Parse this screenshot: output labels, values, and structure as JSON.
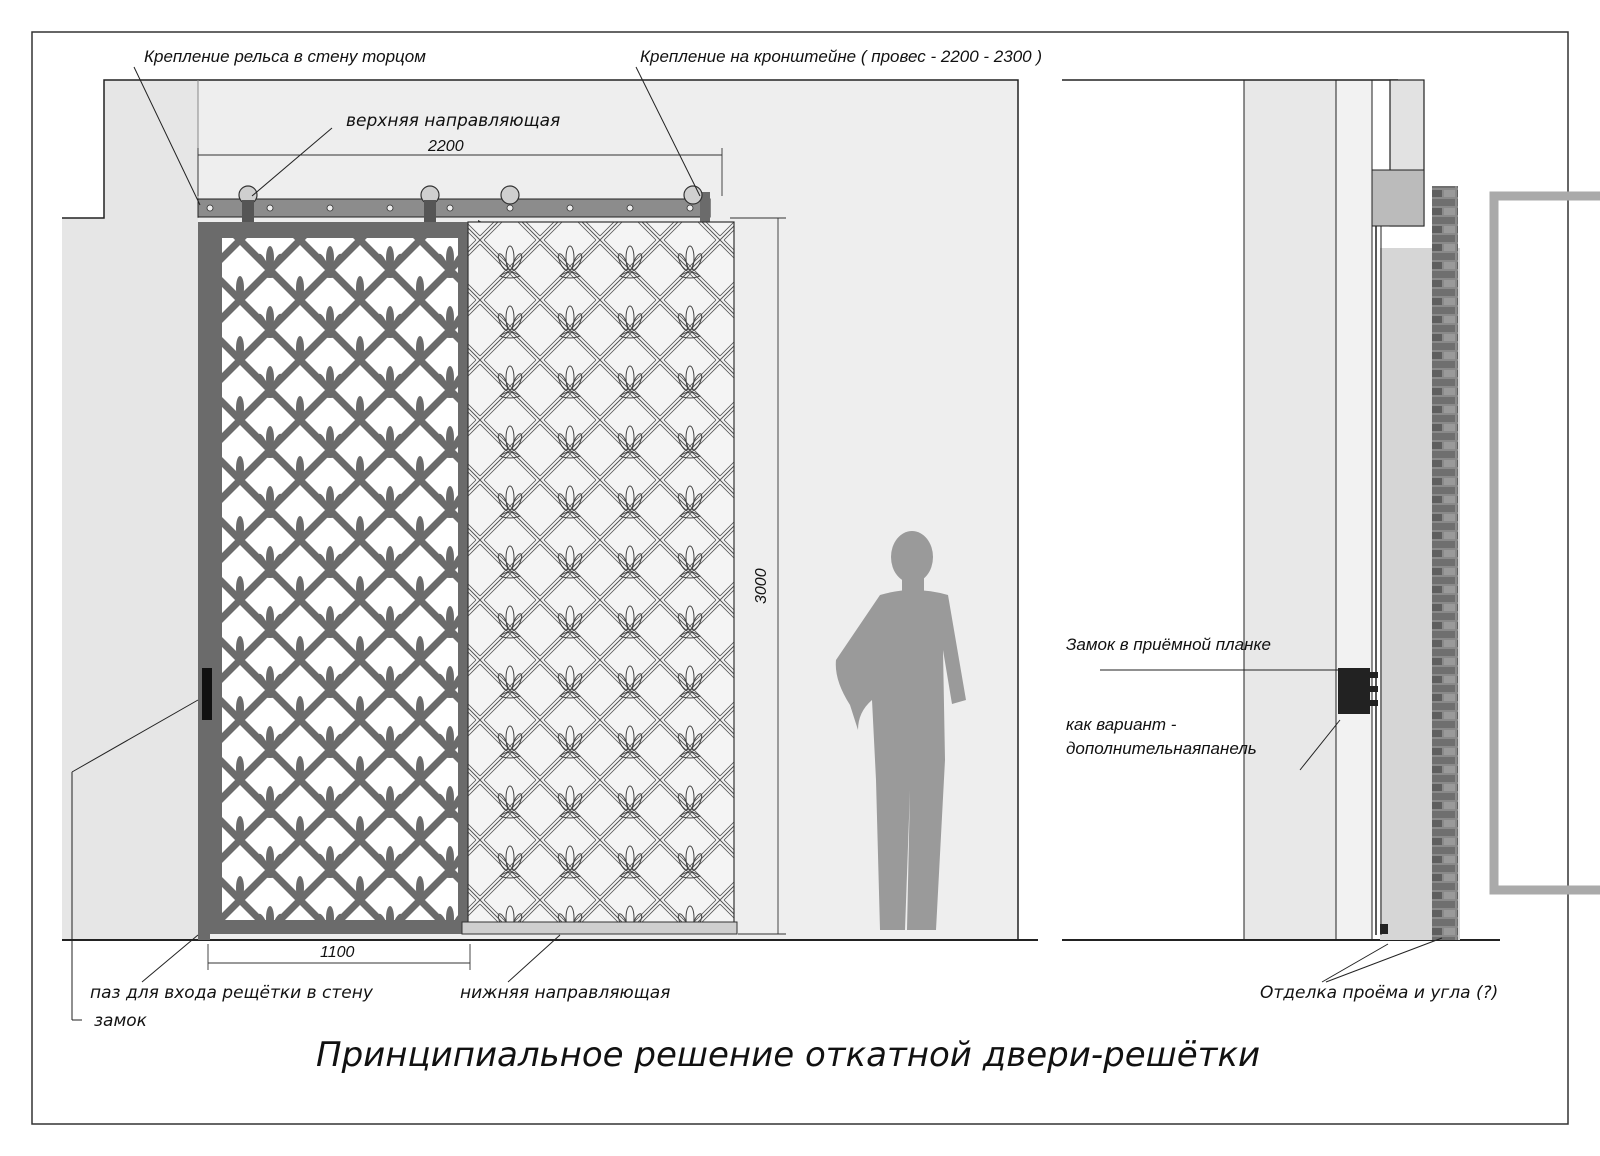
{
  "labels": {
    "rail_wall_mount": "Крепление рельса в стену торцом",
    "bracket_mount": "Крепление на кронштейне  ( провес - 2200 - 2300 )",
    "top_guide": "верхняя направляющая",
    "bottom_guide": "нижняя направляющая",
    "wall_groove": "паз для входа рещётки в стену",
    "lock": "замок",
    "lock_in_strike": "Замок  в приёмной планке",
    "variant_line1": "как вариант -",
    "variant_line2": "дополнительнаяпанель",
    "opening_finish": "Отделка проёма и угла (?)"
  },
  "dimensions": {
    "top_rail_length": "2200",
    "door_width": "1100",
    "door_height": "3000"
  },
  "title": "Принципиальное  решение откатной  двери-решётки",
  "colors": {
    "wall": "#ececec",
    "wall_dark": "#d4d4d4",
    "frame": "#6b6b6b",
    "figure": "#9a9a9a",
    "line": "#222222"
  }
}
